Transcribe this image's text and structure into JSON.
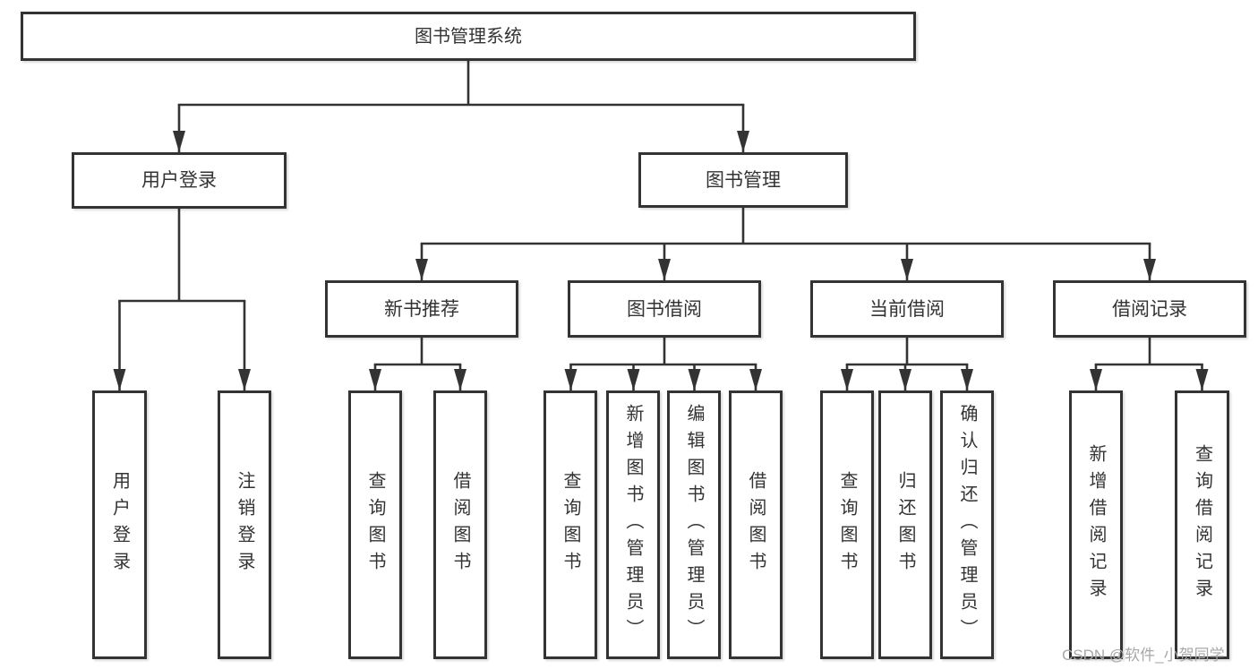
{
  "diagram": {
    "colors": {
      "line": "#333333",
      "box_border": "#333333",
      "text": "#333333",
      "background": "#ffffff",
      "watermark": "#a8a8a8"
    },
    "root": {
      "label": "图书管理系统"
    },
    "level2": [
      {
        "label": "用户登录"
      },
      {
        "label": "图书管理"
      }
    ],
    "level3": [
      {
        "label": "新书推荐"
      },
      {
        "label": "图书借阅"
      },
      {
        "label": "当前借阅"
      },
      {
        "label": "借阅记录"
      }
    ],
    "leaves": {
      "user_login": [
        "用户登录",
        "注销登录"
      ],
      "new_book": [
        "查询图书",
        "借阅图书"
      ],
      "book_borrow": [
        "查询图书",
        "新增图书（管理员）",
        "编辑图书（管理员）",
        "借阅图书"
      ],
      "current_borrow": [
        "查询图书",
        "归还图书",
        "确认归还（管理员）"
      ],
      "borrow_records": [
        "新增借阅记录",
        "查询借阅记录"
      ]
    },
    "watermark": "CSDN @软件_小贺同学"
  }
}
